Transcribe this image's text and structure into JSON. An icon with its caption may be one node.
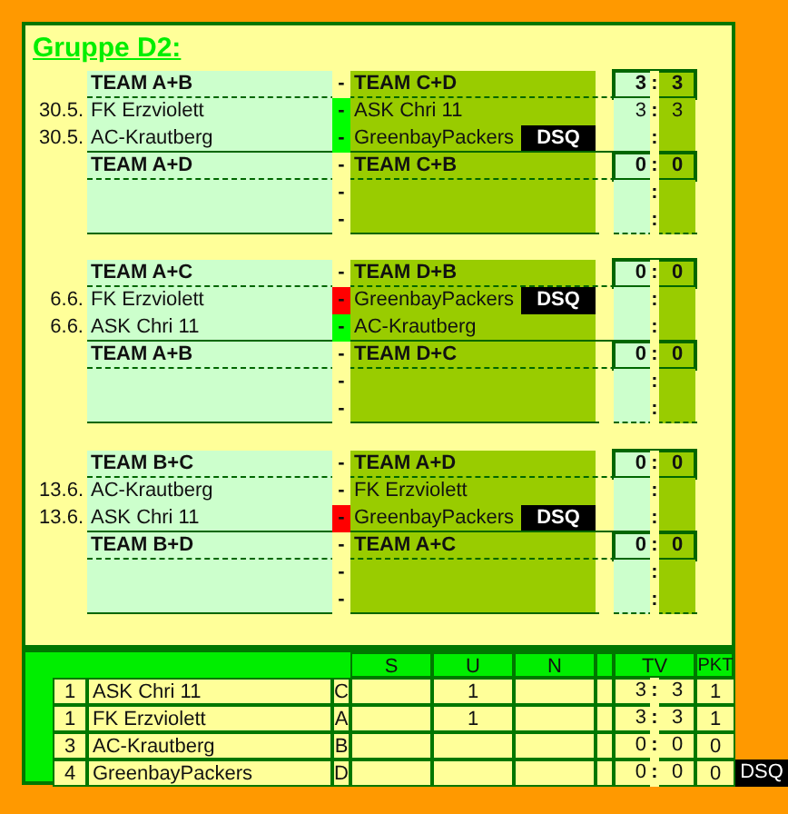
{
  "diagram": {
    "labels": [
      "Gruppe D2:",
      "TEAM A+B",
      "-",
      "TEAM C+D",
      "3",
      ":",
      "3",
      "30.5.",
      "FK Erzviolett",
      "-",
      "ASK Chri 11",
      "3",
      ":",
      "3",
      "30.5.",
      "AC-Krautberg",
      "-",
      "GreenbayPackers",
      "DSQ",
      ":",
      "TEAM A+D",
      "-",
      "TEAM C+B",
      "0",
      ":",
      "0",
      "-",
      ":",
      "-",
      ":",
      "TEAM A+C",
      "-",
      "TEAM D+B",
      "0",
      ":",
      "0",
      "6.6.",
      "FK Erzviolett",
      "-",
      "GreenbayPackers",
      "DSQ",
      ":",
      "6.6.",
      "ASK Chri 11",
      "-",
      "AC-Krautberg",
      ":",
      "TEAM A+B",
      "-",
      "TEAM D+C",
      "0",
      ":",
      "0",
      "-",
      ":",
      "-",
      ":",
      "TEAM B+C",
      "-",
      "TEAM A+D",
      "0",
      ":",
      "0",
      "13.6.",
      "AC-Krautberg",
      "-",
      "FK Erzviolett",
      ":",
      "13.6.",
      "ASK Chri 11",
      "-",
      "GreenbayPackers",
      "DSQ",
      ":",
      "TEAM B+D",
      "-",
      "TEAM A+C",
      "0",
      ":",
      "0",
      "-",
      ":",
      "-",
      ":",
      "S",
      "U",
      "N",
      "TV",
      "PKT",
      "1",
      "ASK Chri 11",
      "C",
      "1",
      "3",
      ":",
      "3",
      "1",
      "1",
      "FK Erzviolett",
      "A",
      "1",
      "3",
      ":",
      "3",
      "1",
      "3",
      "AC-Krautberg",
      "B",
      "0",
      ":",
      "0",
      "0",
      "4",
      "GreenbayPackers",
      "D",
      "0",
      ":",
      "0",
      "0",
      "DSQ"
    ]
  }
}
